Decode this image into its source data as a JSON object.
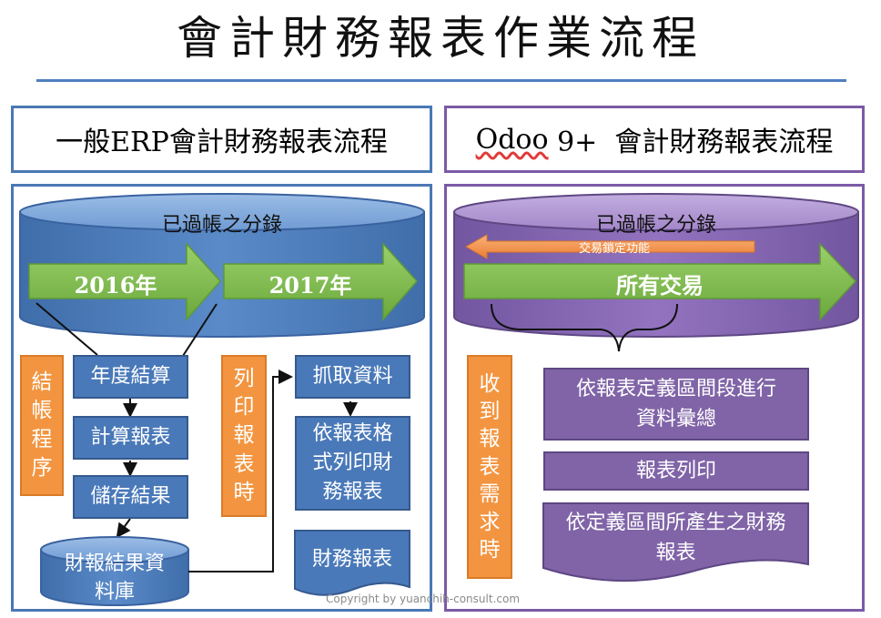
{
  "title": "會計財務報表作業流程",
  "left": {
    "heading": "一般ERP會計財務報表流程",
    "db_label": "已過帳之分錄",
    "year1": "2016年",
    "year2": "2017年",
    "close_label": "結帳程序",
    "print_label": "列印報表時",
    "steps": [
      "年度結算",
      "計算報表",
      "儲存結果"
    ],
    "db_result": "財報結果資料庫",
    "fetch": "抓取資料",
    "print_format": "依報表格式列印財務報表",
    "report": "財務報表"
  },
  "right": {
    "heading_odoo": "Odoo",
    "heading_rest": " 9+  會計財務報表流程",
    "db_label": "已過帳之分錄",
    "lock_label": "交易鎖定功能",
    "all_tx": "所有交易",
    "demand_label": "收到報表需求時",
    "step1": "依報表定義區間段進行資料彙總",
    "step2": "報表列印",
    "step3": "依定義區間所產生之財務報表"
  },
  "copyright": "Copyright by yuanchih-consult.com",
  "colors": {
    "blue": "#4a79b9",
    "green_arrow": "#7ebe4f",
    "orange": "#f39540",
    "purple": "#8064a7",
    "purple_light": "#a489c7"
  }
}
